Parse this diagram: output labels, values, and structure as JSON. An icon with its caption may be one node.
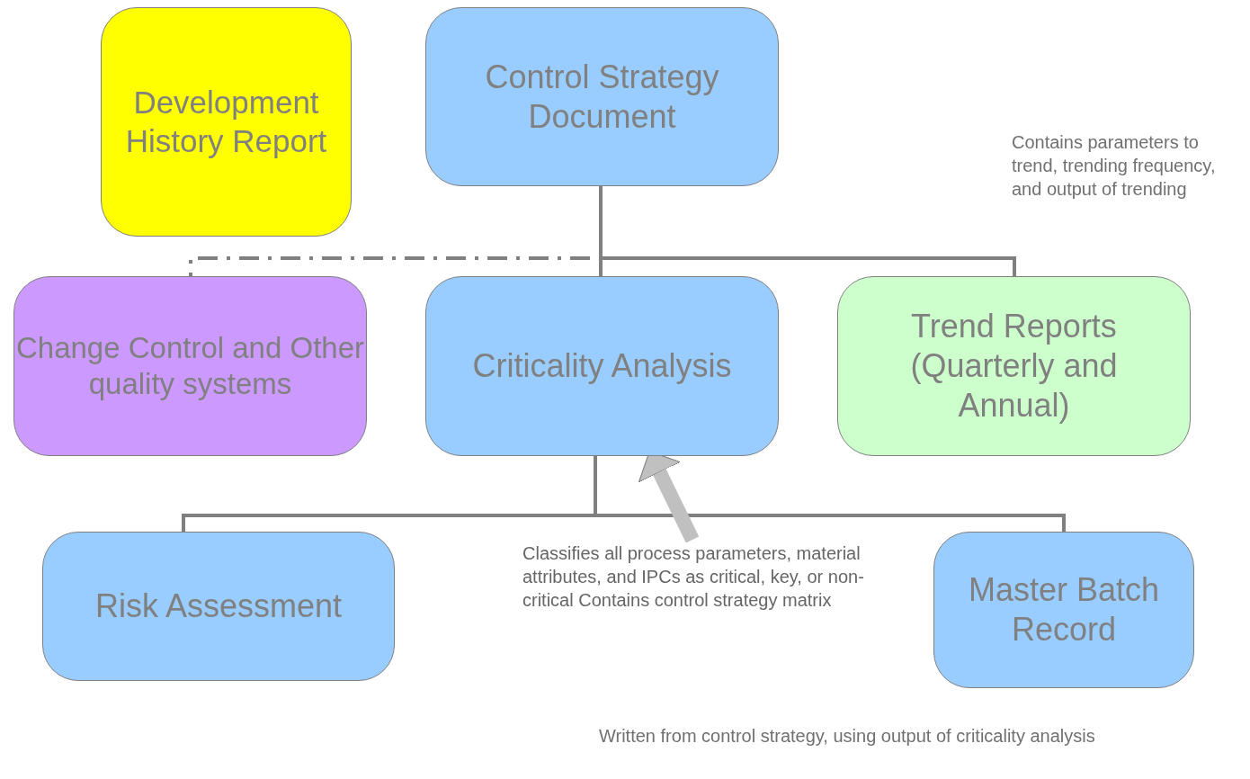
{
  "diagram": {
    "nodes": [
      {
        "text": [
          "Development History Report"
        ]
      },
      {
        "text": [
          "Control Strategy Document"
        ]
      },
      {
        "text": [
          "Change Control and Other quality systems"
        ]
      },
      {
        "text": [
          "Criticality Analysis"
        ]
      },
      {
        "text": [
          "Trend Reports (Quarterly and Annual)"
        ]
      },
      {
        "text": [
          "Risk Assessment"
        ]
      },
      {
        "text": [
          "Master Batch Record"
        ]
      },
      {
        "text": [
          "Classifies all process parameters, material attributes, and IPCs as critical, key, or non-critical Contains control strategy matrix"
        ]
      }
    ],
    "edges": [
      {
        "from": 1,
        "to": 3,
        "arrow": "none"
      },
      {
        "from": 1,
        "to": 4,
        "arrow": "none"
      },
      {
        "from": 1,
        "to": 2,
        "arrow": "none",
        "style": "dashed"
      },
      {
        "from": 3,
        "to": 5,
        "arrow": "none"
      },
      {
        "from": 3,
        "to": 6,
        "arrow": "none"
      },
      {
        "from": 7,
        "to": 3,
        "arrow": "to",
        "style": "thick",
        "color": "#c0c0c0"
      }
    ],
    "labels": [
      "Contains parameters to trend, trending frequency, and output of trending",
      "Written from control strategy, using output of criticality analysis"
    ]
  }
}
